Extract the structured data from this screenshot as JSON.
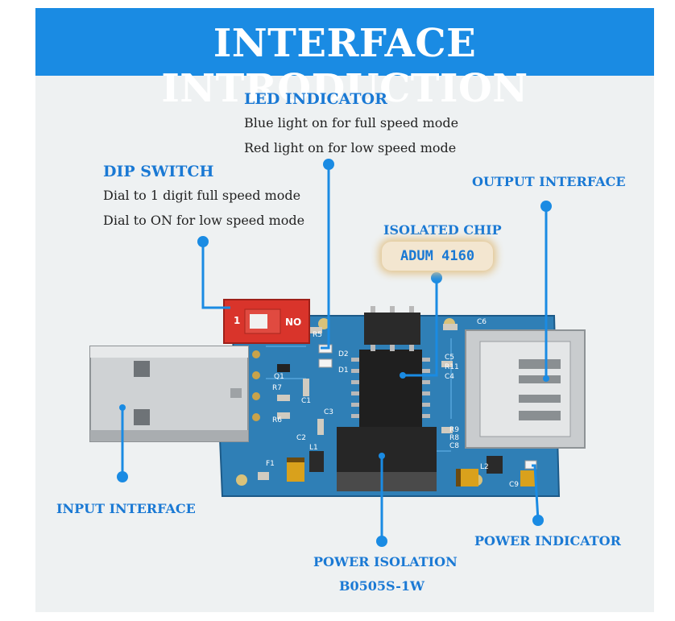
{
  "title": "INTERFACE INTRODUCTION",
  "led": {
    "heading": "LED INDICATOR",
    "line1": "Blue light on for full speed mode",
    "line2": "Red light on for low speed mode"
  },
  "dip": {
    "heading": "DIP SWITCH",
    "line1": "Dial to 1 digit full speed mode",
    "line2": "Dial to ON for low speed mode",
    "switch_marks": [
      "1",
      "NO"
    ]
  },
  "output": {
    "heading": "OUTPUT INTERFACE"
  },
  "chip": {
    "heading": "ISOLATED CHIP",
    "model": "ADUM 4160"
  },
  "input": {
    "heading": "INPUT INTERFACE"
  },
  "power_indicator": {
    "heading": "POWER INDICATOR"
  },
  "power_isolation": {
    "heading": "POWER ISOLATION",
    "model": "B0505S-1W"
  },
  "board_silkscreen": [
    "C6",
    "R5",
    "D2",
    "D1",
    "C5",
    "R11",
    "C4",
    "Q1",
    "R7",
    "R6",
    "C1",
    "C2",
    "C3",
    "F1",
    "L1",
    "R9",
    "R8",
    "C8",
    "L2",
    "C9"
  ],
  "colors": {
    "banner": "#1a8be3",
    "label": "#1a79d4",
    "pcb": "#2f7fb6",
    "dip": "#d9342b",
    "callout": "#1a8be3"
  }
}
